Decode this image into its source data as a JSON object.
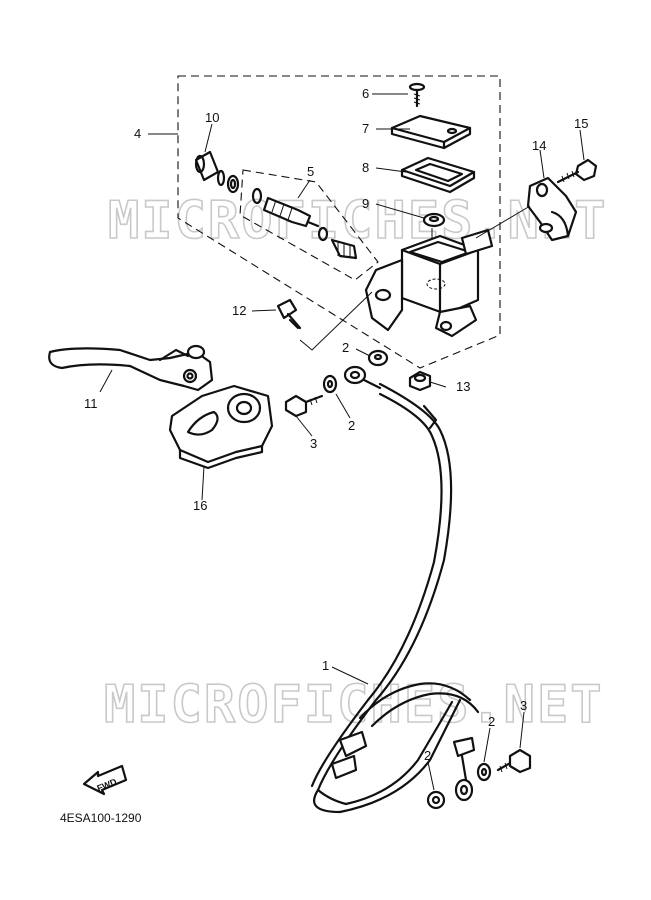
{
  "watermark": {
    "text": "MICROFICHES.NET"
  },
  "diagram_code": "4ESA100-1290",
  "fwd_label": "FWD",
  "callouts": [
    {
      "id": "c1",
      "label": "1"
    },
    {
      "id": "c2a",
      "label": "2"
    },
    {
      "id": "c2b",
      "label": "2"
    },
    {
      "id": "c2c",
      "label": "2"
    },
    {
      "id": "c2d",
      "label": "2"
    },
    {
      "id": "c3a",
      "label": "3"
    },
    {
      "id": "c3b",
      "label": "3"
    },
    {
      "id": "c4",
      "label": "4"
    },
    {
      "id": "c5",
      "label": "5"
    },
    {
      "id": "c6",
      "label": "6"
    },
    {
      "id": "c7",
      "label": "7"
    },
    {
      "id": "c8",
      "label": "8"
    },
    {
      "id": "c9",
      "label": "9"
    },
    {
      "id": "c10",
      "label": "10"
    },
    {
      "id": "c11",
      "label": "11"
    },
    {
      "id": "c12",
      "label": "12"
    },
    {
      "id": "c13",
      "label": "13"
    },
    {
      "id": "c14",
      "label": "14"
    },
    {
      "id": "c15",
      "label": "15"
    },
    {
      "id": "c16",
      "label": "16"
    }
  ]
}
